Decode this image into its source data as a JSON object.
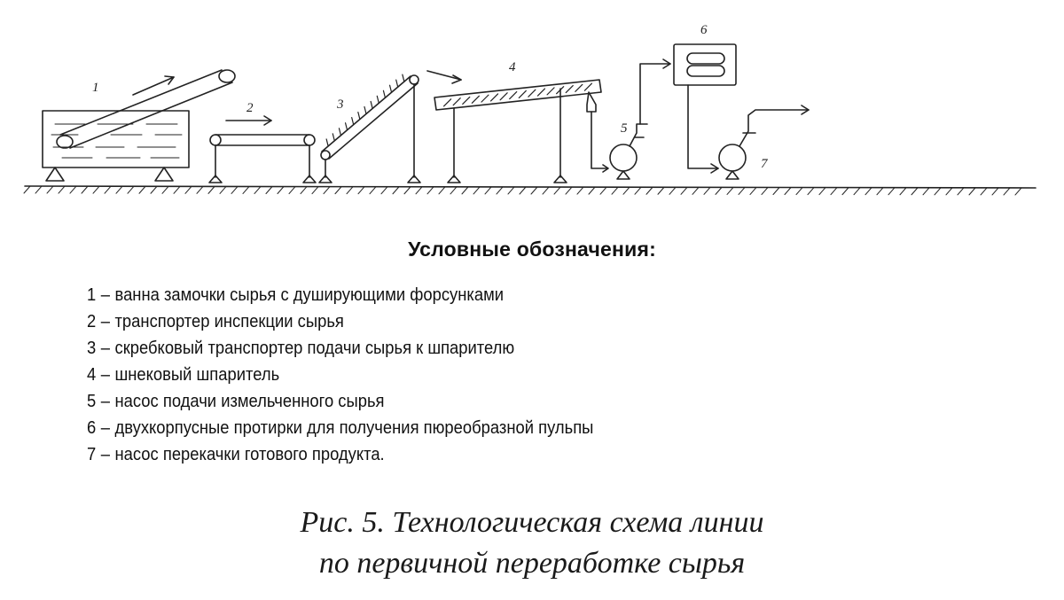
{
  "diagram": {
    "labels": [
      "1",
      "2",
      "3",
      "4",
      "5",
      "6",
      "7"
    ],
    "stroke_color": "#222222"
  },
  "legend": {
    "title": "Условные обозначения:",
    "separator": "–",
    "items": [
      {
        "num": "1",
        "text": "ванна замочки сырья с душирующими форсунками"
      },
      {
        "num": "2",
        "text": "транспортер инспекции сырья"
      },
      {
        "num": "3",
        "text": "скребковый транспортер подачи сырья к шпарителю"
      },
      {
        "num": "4",
        "text": "шнековый шпаритель"
      },
      {
        "num": "5",
        "text": "насос подачи измельченного сырья"
      },
      {
        "num": "6",
        "text": "двухкорпусные протирки для получения пюреобразной пульпы"
      },
      {
        "num": "7",
        "text": "насос перекачки готового продукта."
      }
    ]
  },
  "caption": {
    "line1": "Рис. 5. Технологическая схема линии",
    "line2": "по первичной переработке сырья"
  }
}
